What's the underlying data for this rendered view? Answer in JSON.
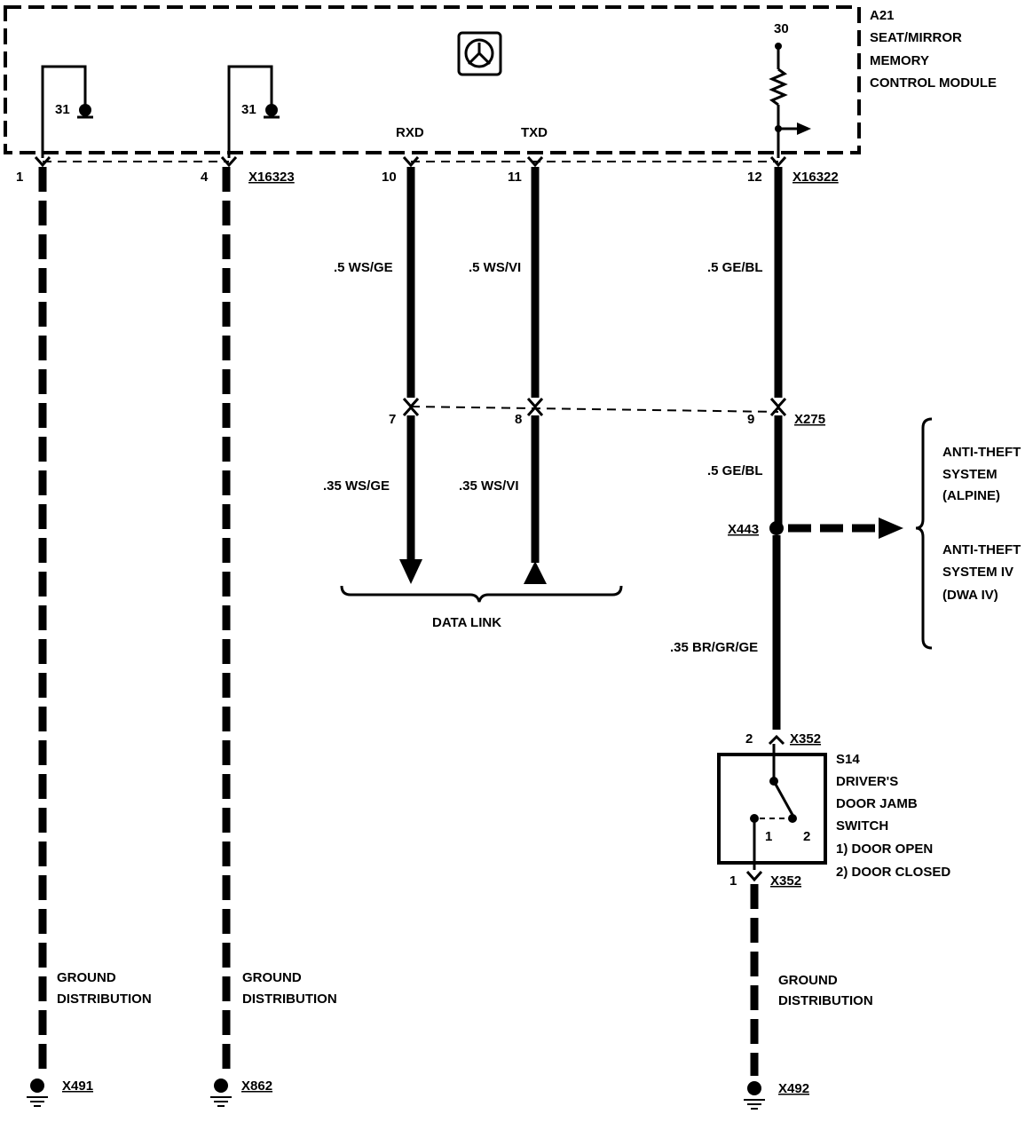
{
  "module": {
    "ref": "A21",
    "name_line1": "SEAT/MIRROR",
    "name_line2": "MEMORY",
    "name_line3": "CONTROL MODULE",
    "ground_terminal_label": "31",
    "power_terminal_label": "30",
    "rxd_label": "RXD",
    "txd_label": "TXD",
    "icon": "steering-wheel-icon"
  },
  "connectors": {
    "top_left": "X16323",
    "top_right": "X16322",
    "mid": "X275",
    "splice": "X443",
    "switch_top": "X352",
    "switch_bottom": "X352",
    "ground1": "X491",
    "ground2": "X862",
    "ground3": "X492"
  },
  "pins": {
    "p1": "1",
    "p4": "4",
    "p10": "10",
    "p11": "11",
    "p12": "12",
    "p7": "7",
    "p8": "8",
    "p9": "9",
    "s14_top": "2",
    "s14_bottom": "1"
  },
  "wires": {
    "w10": ".5 WS/GE",
    "w11": ".5 WS/VI",
    "w12": ".5 GE/BL",
    "w7": ".35 WS/GE",
    "w8": ".35 WS/VI",
    "w9": ".5 GE/BL",
    "w_switch": ".35 BR/GR/GE"
  },
  "data_link_label": "DATA LINK",
  "anti_theft": {
    "line1": "ANTI-THEFT",
    "line2": "SYSTEM",
    "line3": "(ALPINE)",
    "line4": "ANTI-THEFT",
    "line5": "SYSTEM IV",
    "line6": "(DWA IV)"
  },
  "switch": {
    "ref": "S14",
    "name_line1": "DRIVER'S",
    "name_line2": "DOOR JAMB",
    "name_line3": "SWITCH",
    "pos1_num": "1",
    "pos2_num": "2",
    "state1": "1)   DOOR OPEN",
    "state2": "2)   DOOR CLOSED"
  },
  "ground_distribution": {
    "line1": "GROUND",
    "line2": "DISTRIBUTION"
  }
}
